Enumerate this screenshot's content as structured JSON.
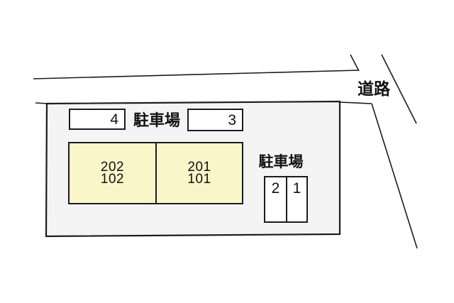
{
  "plan": {
    "road": {
      "label": "道路"
    },
    "parking_top": {
      "label": "駐車場",
      "space4_label": "4",
      "space3_label": "3"
    },
    "building": {
      "unit_left": {
        "line1": "202",
        "line2": "102"
      },
      "unit_right": {
        "line1": "201",
        "line2": "101"
      }
    },
    "parking_right": {
      "label": "駐車場",
      "space2_label": "2",
      "space1_label": "1"
    }
  },
  "colors": {
    "background": "#ffffff",
    "parcel_fill": "#f4f4f4",
    "building_fill": "#faf6ca",
    "line": "#1c1c1c",
    "text": "#111111"
  }
}
